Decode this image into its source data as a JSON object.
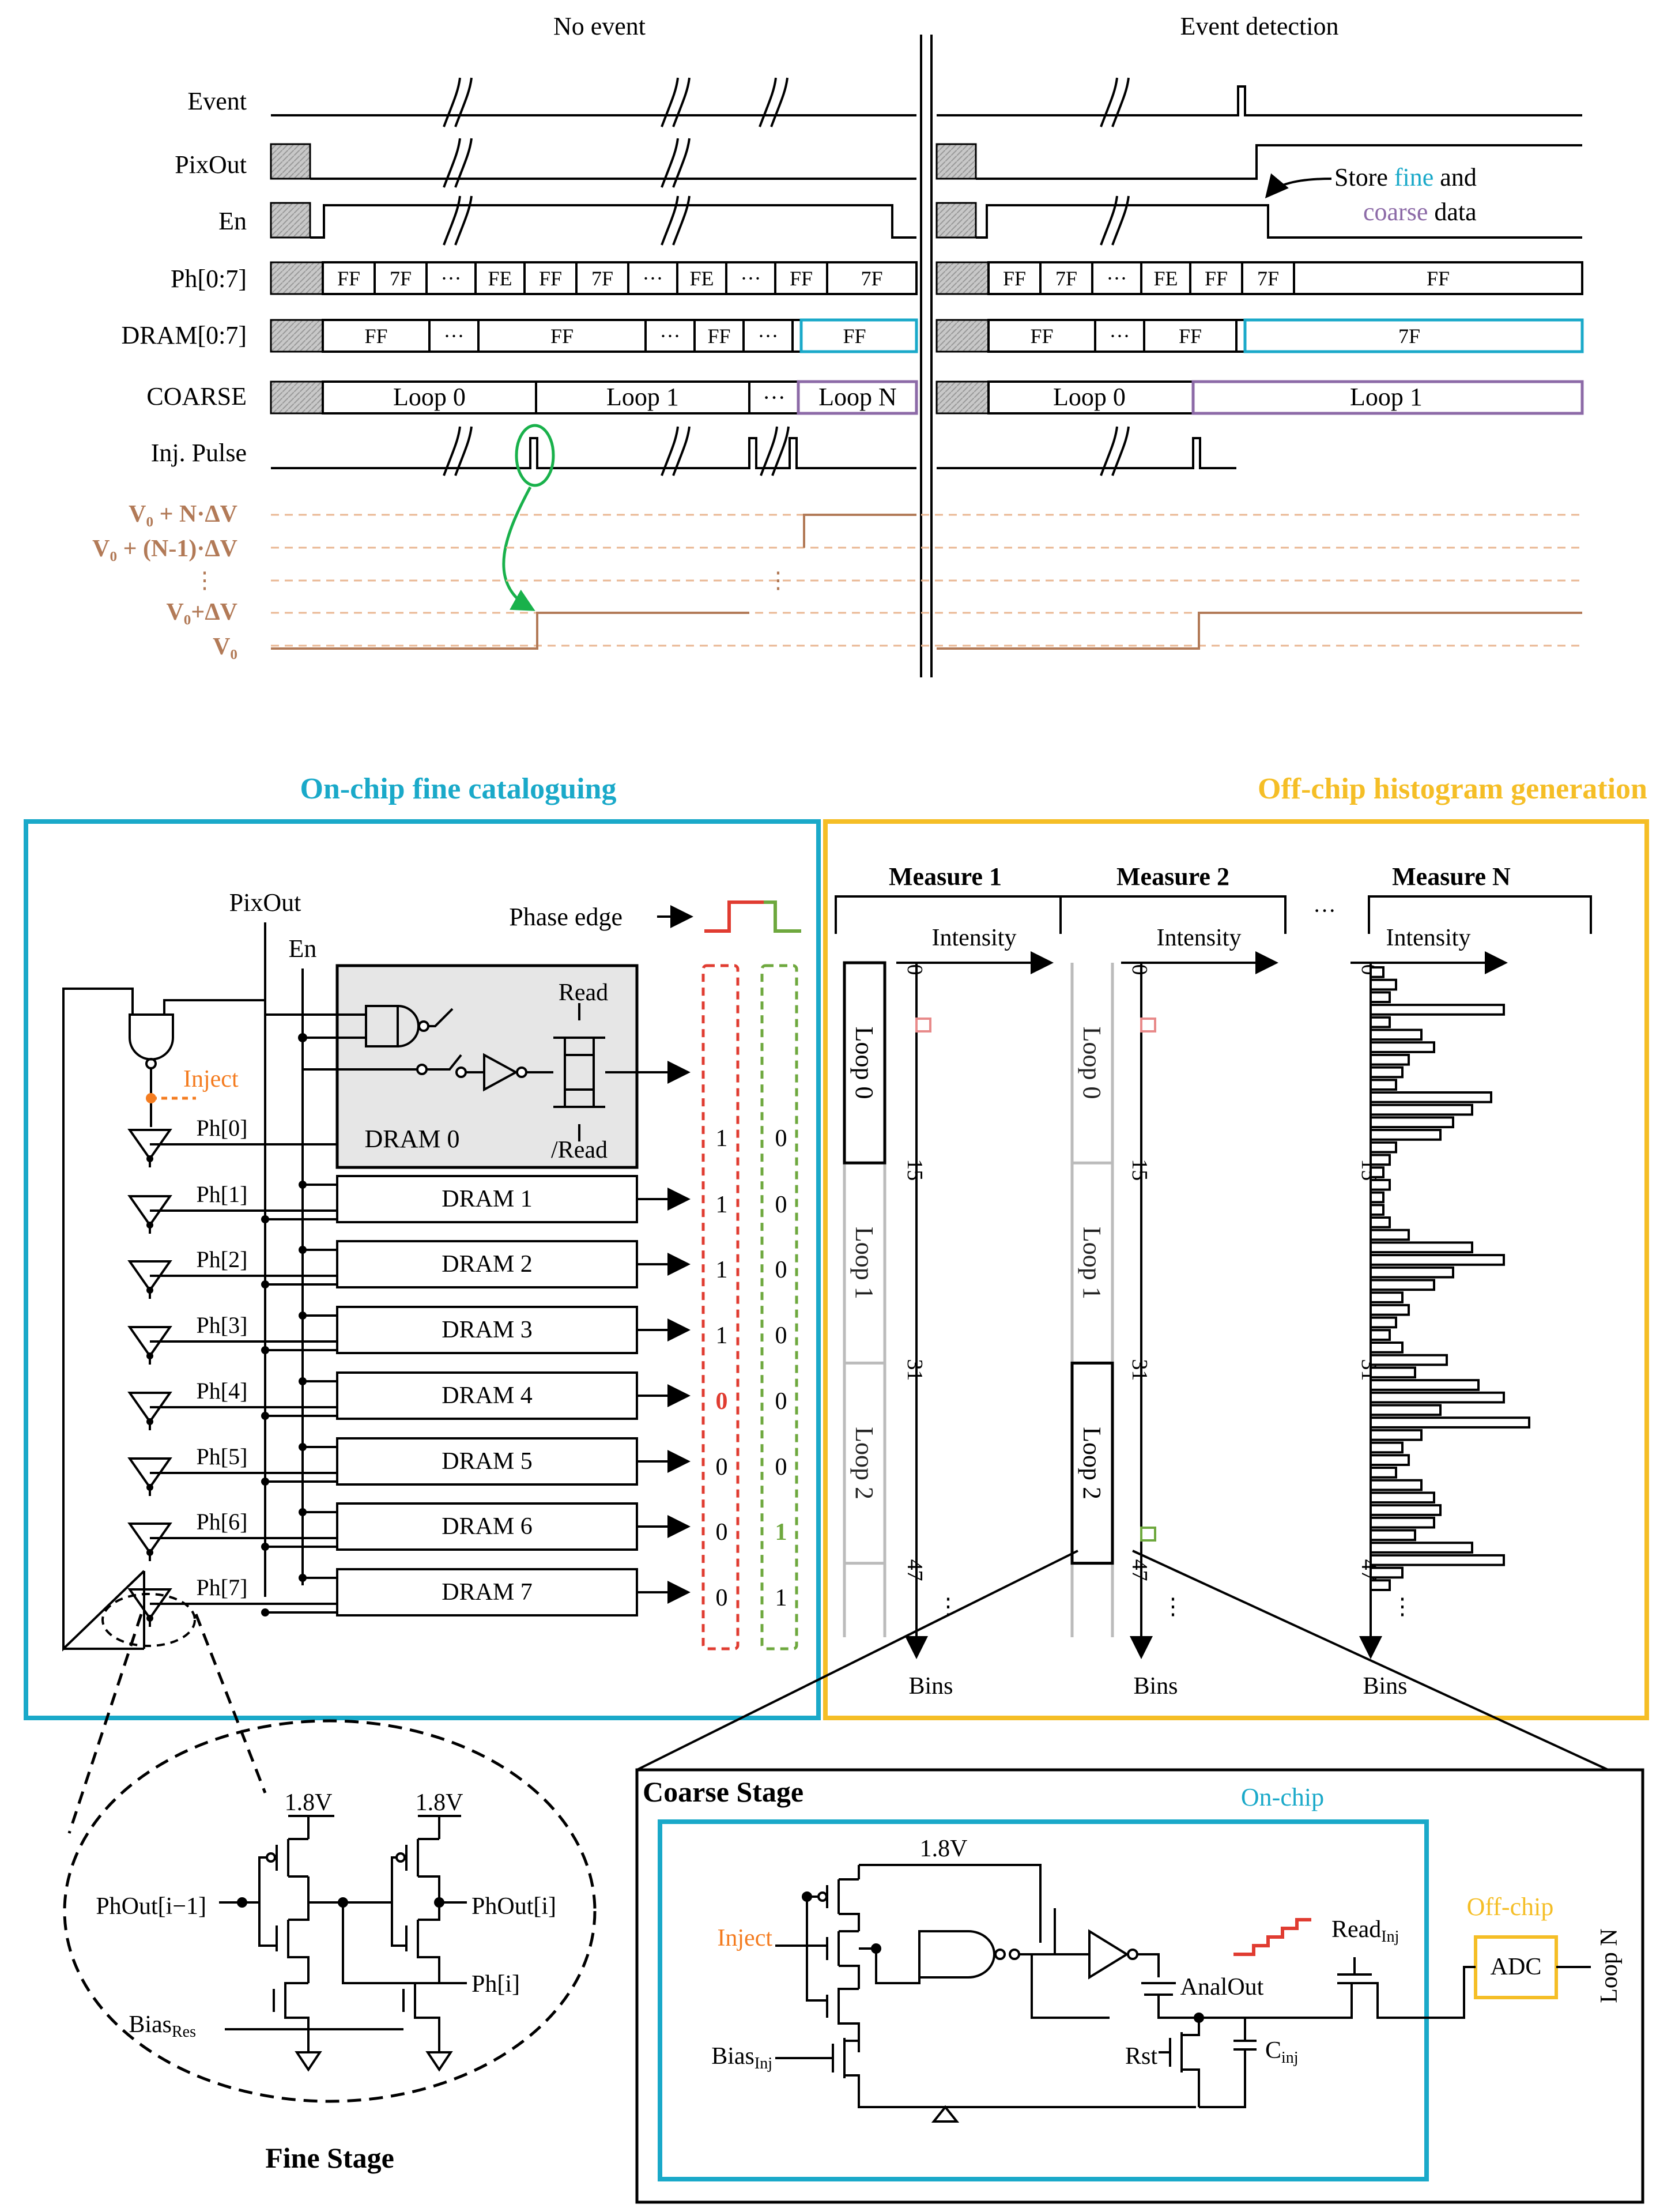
{
  "timing": {
    "headers": {
      "no_event": "No event",
      "event_detection": "Event detection"
    },
    "signals": [
      "Event",
      "PixOut",
      "En",
      "Ph[0:7]",
      "DRAM[0:7]",
      "COARSE",
      "Inj. Pulse"
    ],
    "ph_left": [
      "FF",
      "7F",
      "···",
      "FE",
      "FF",
      "7F",
      "···",
      "FE",
      "···",
      "FF",
      "7F"
    ],
    "ph_right": [
      "FF",
      "7F",
      "···",
      "FE",
      "FF",
      "7F",
      "FF"
    ],
    "dram_left": [
      "FF",
      "···",
      "FF",
      "···",
      "FF",
      "···",
      "FF"
    ],
    "dram_right": [
      "FF",
      "···",
      "FF",
      "7F"
    ],
    "coarse_left": [
      "Loop 0",
      "Loop 1",
      "···",
      "Loop N"
    ],
    "coarse_right": [
      "Loop 0",
      "Loop 1"
    ],
    "voltage_levels": [
      "V₀ + N·ΔV",
      "V₀ + (N-1)·ΔV",
      "⋮",
      "V₀+ΔV",
      "V₀"
    ],
    "store_note": {
      "pre": "Store ",
      "fine": "fine",
      "mid": " and",
      "coarse": "coarse",
      "post": " data"
    }
  },
  "fine_panel": {
    "title": "On-chip fine cataloguing",
    "pixout": "PixOut",
    "en": "En",
    "phase_edge": "Phase edge",
    "inject": "Inject",
    "read": "Read",
    "nread": "/Read",
    "dram0": "DRAM 0",
    "drams": [
      "DRAM 1",
      "DRAM 2",
      "DRAM 3",
      "DRAM 4",
      "DRAM 5",
      "DRAM 6",
      "DRAM 7"
    ],
    "phases": [
      "Ph[0]",
      "Ph[1]",
      "Ph[2]",
      "Ph[3]",
      "Ph[4]",
      "Ph[5]",
      "Ph[6]",
      "Ph[7]"
    ],
    "col_red": [
      "1",
      "1",
      "1",
      "1",
      "0",
      "0",
      "0",
      "0"
    ],
    "col_green": [
      "0",
      "0",
      "0",
      "0",
      "0",
      "0",
      "1",
      "1"
    ]
  },
  "histogram_panel": {
    "title": "Off-chip histogram generation",
    "measures": [
      "Measure 1",
      "Measure 2",
      "Measure N"
    ],
    "ellipsis": "···",
    "intensity": "Intensity",
    "bins": "Bins",
    "ticks": [
      "0",
      "15",
      "31",
      "47"
    ],
    "loops": [
      "Loop 0",
      "Loop 1",
      "Loop 2"
    ],
    "vdots": "⋮"
  },
  "chart_data": {
    "type": "bar",
    "title": "Measure N",
    "xlabel": "Bins",
    "ylabel": "Intensity",
    "x": [
      0,
      1,
      2,
      3,
      4,
      5,
      6,
      7,
      8,
      9,
      10,
      11,
      12,
      13,
      14,
      15,
      16,
      17,
      18,
      19,
      20,
      21,
      22,
      23,
      24,
      25,
      26,
      27,
      28,
      29,
      30,
      31,
      32,
      33,
      34,
      35,
      36,
      37,
      38,
      39,
      40,
      41,
      42,
      43,
      44,
      45,
      46,
      47,
      48,
      49
    ],
    "values": [
      2,
      4,
      3,
      21,
      3,
      8,
      10,
      6,
      5,
      4,
      19,
      16,
      13,
      11,
      4,
      3,
      2,
      3,
      2,
      2,
      3,
      6,
      16,
      21,
      13,
      10,
      5,
      6,
      4,
      3,
      5,
      12,
      7,
      17,
      21,
      11,
      25,
      8,
      5,
      6,
      4,
      8,
      10,
      11,
      10,
      7,
      16,
      21,
      5,
      3
    ]
  },
  "fine_stage": {
    "title": "Fine Stage",
    "vdd": "1.8V",
    "in": "PhOut[i−1]",
    "out": "PhOut[i]",
    "ph": "Ph[i]",
    "bias": "Bias",
    "bias_sub": "Res"
  },
  "coarse_stage": {
    "title": "Coarse Stage",
    "onchip": "On-chip",
    "offchip": "Off-chip",
    "vdd": "1.8V",
    "inject": "Inject",
    "bias": "Bias",
    "bias_sub": "Inj",
    "analout": "AnalOut",
    "read": "Read",
    "read_sub": "Inj",
    "rst": "Rst",
    "cap": "C",
    "cap_sub": "inj",
    "adc": "ADC",
    "loop": "Loop N"
  },
  "colors": {
    "cyan": "#1aa9c9",
    "orange_box": "#f5be26",
    "purple": "#8c6aa7",
    "brown": "#b27a57",
    "red": "#e03c31",
    "green": "#6ea83e",
    "green_arrow": "#19b14b"
  }
}
